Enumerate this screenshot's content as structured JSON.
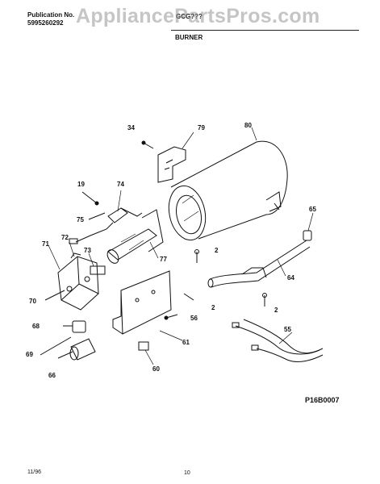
{
  "header": {
    "publication_label": "Publication No.",
    "publication_number": "5995260292",
    "model": "GCG???",
    "section_title": "BURNER"
  },
  "watermark": "AppliancePartsPros.com",
  "diagram": {
    "callouts": {
      "c34": "34",
      "c79": "79",
      "c80": "80",
      "c19": "19",
      "c74": "74",
      "c75": "75",
      "c65": "65",
      "c71": "71",
      "c72": "72",
      "c73": "73",
      "c2a": "2",
      "c77": "77",
      "c64": "64",
      "c70": "70",
      "c2b": "2",
      "c56": "56",
      "c2c": "2",
      "c68": "68",
      "c55": "55",
      "c61": "61",
      "c69": "69",
      "c66": "66",
      "c60": "60"
    },
    "figure_code": "P16B0007"
  },
  "footer": {
    "date": "11/96",
    "page": "10"
  }
}
